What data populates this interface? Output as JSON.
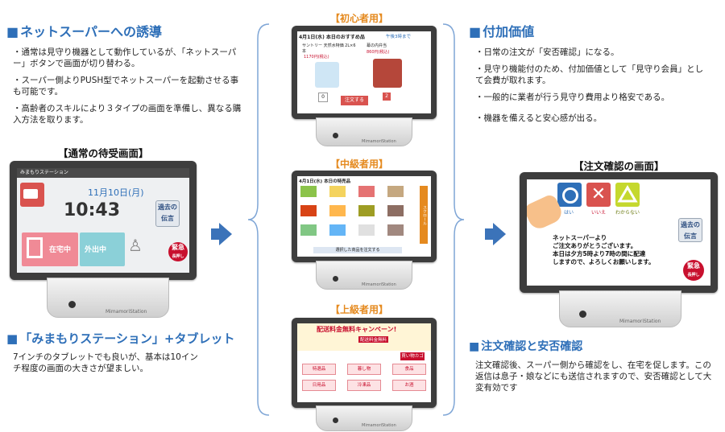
{
  "left": {
    "heading": "ネットスーパーへの誘導",
    "bullets": [
      "・通常は見守り機器として動作しているが、「ネットスーパー」ボタンで画面が切り替わる。",
      "・スーパー側よりPUSH型でネットスーパーを起動させる事も可能です。",
      "・高齢者のスキルにより３タイプの画面を準備し、異なる購入方法を取ります。"
    ],
    "standby_caption": "【通常の待受画面】",
    "station_heading": "「みまもりステーション」+タブレット",
    "station_text": "7インチのタブレットでも良いが、基本は10インチ程度の画面の大きさが望ましい。"
  },
  "standby_screen": {
    "app_title": "みまもりステーション",
    "date": "11月10日(月)",
    "time": "10:43",
    "message_button": "過去の伝言",
    "home_label": "在宅中",
    "out_label": "外出中",
    "emergency_label": "緊急",
    "emergency_sub": "長押し"
  },
  "middle": {
    "beginner_caption": "【初心者用】",
    "intermediate_caption": "【中級者用】",
    "advanced_caption": "【上級者用】",
    "beginner": {
      "header": "4月1日(水) 本日のおすすめ品",
      "header_note": "午後3時まで",
      "item1_name": "サントリー 天然水特価 2L×6本",
      "item1_price": "1170円(税込)",
      "item2_name": "幕の内弁当",
      "item2_price": "860円(税込)",
      "qty1": "0",
      "qty2": "2",
      "order_button": "注文する"
    },
    "intermediate": {
      "header": "4月1日(水) 本日の特売品",
      "scroll_label": "スクロール",
      "footer": "選択した商品を注文する"
    },
    "advanced": {
      "banner": "配送料金無料キャンペーン!",
      "banner_sub": "配送料金無料",
      "cart_button": "買い物カゴ",
      "categories": [
        "特選品",
        "暮し物",
        "食品",
        "日用品",
        "冷凍品",
        "お酒"
      ]
    },
    "brand": "MimamoriStation"
  },
  "right": {
    "heading": "付加価値",
    "bullets": [
      "・日常の注文が「安否確認」になる。",
      "・見守り機能付のため、付加価値として「見守り会員」として会費が取れます。",
      "・一般的に業者が行う見守り費用より格安である。",
      "・機器を備えると安心感が出る。"
    ],
    "confirm_caption": "【注文確認の画面】",
    "confirm_screen": {
      "yes": "はい",
      "no": "いいえ",
      "unknown": "わからない",
      "message_button": "過去の伝言",
      "emergency_label": "緊急",
      "emergency_sub": "長押し",
      "message_lines": [
        "ネットスーパーより",
        "ご注文ありがとうございます。",
        "本日は夕方5時より7時の間に配達",
        "しますので、よろしくお願いします。"
      ]
    },
    "confirm_heading": "注文確認と安否確認",
    "confirm_text": "注文確認後、スーパー側から確認をし、在宅を促します。この返信は息子・娘などにも送信されますので、安否確認として大変有効です"
  },
  "colors": {
    "accent": "#2e6fb8",
    "orange": "#e58a1f",
    "arrow": "#3b73b9",
    "emergency": "#c8102e",
    "home_pink": "#f08a96"
  }
}
